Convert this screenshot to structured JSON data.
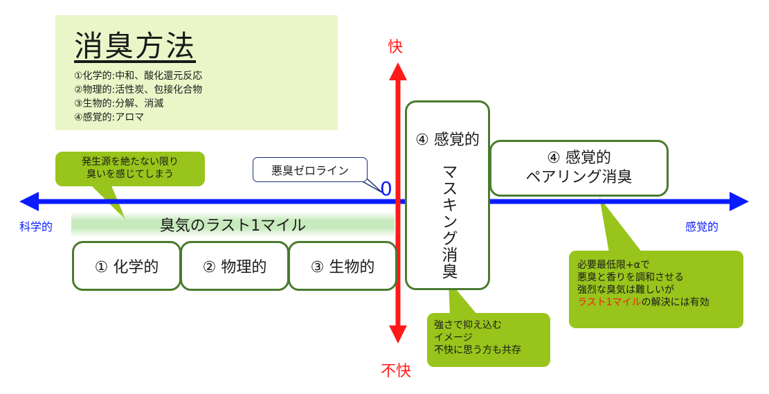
{
  "title": "消臭方法",
  "methods": [
    "①化学的:中和、酸化還元反応",
    "②物理的:活性炭、包接化合物",
    "③生物的:分解、消滅",
    "④感覚的:アロマ"
  ],
  "axis": {
    "left_label": "科学的",
    "right_label": "感覚的",
    "top_label": "快",
    "bottom_label": "不快",
    "zero_label": "0"
  },
  "zero_line_callout": "悪臭ゼロライン",
  "last_mile_label": "臭気のラスト1マイル",
  "source_callout": [
    "発生源を絶たない限り",
    "臭いを感じてしまう"
  ],
  "boxes": {
    "chemical": "① 化学的",
    "physical": "② 物理的",
    "biological": "③ 生物的",
    "masking_title": "④ 感覚的",
    "masking_sub": "マスキング消臭",
    "pairing_title": "④ 感覚的",
    "pairing_sub": "ペアリング消臭"
  },
  "masking_callout": [
    "強さで抑え込む",
    "イメージ",
    "不快に思う方も共存"
  ],
  "pairing_callout": {
    "lines": [
      "必要最低限+αで",
      "悪臭と香りを調和させる",
      "強烈な臭気は難しいが"
    ],
    "last_red": "ラスト1マイル",
    "last_rest": "の解決には有効"
  },
  "colors": {
    "axis_blue": "#0a1cff",
    "axis_red": "#ff1a1a",
    "box_border": "#4a7a2e",
    "callout_green": "#98c41c",
    "panel_bg": "#eaf6c8"
  }
}
